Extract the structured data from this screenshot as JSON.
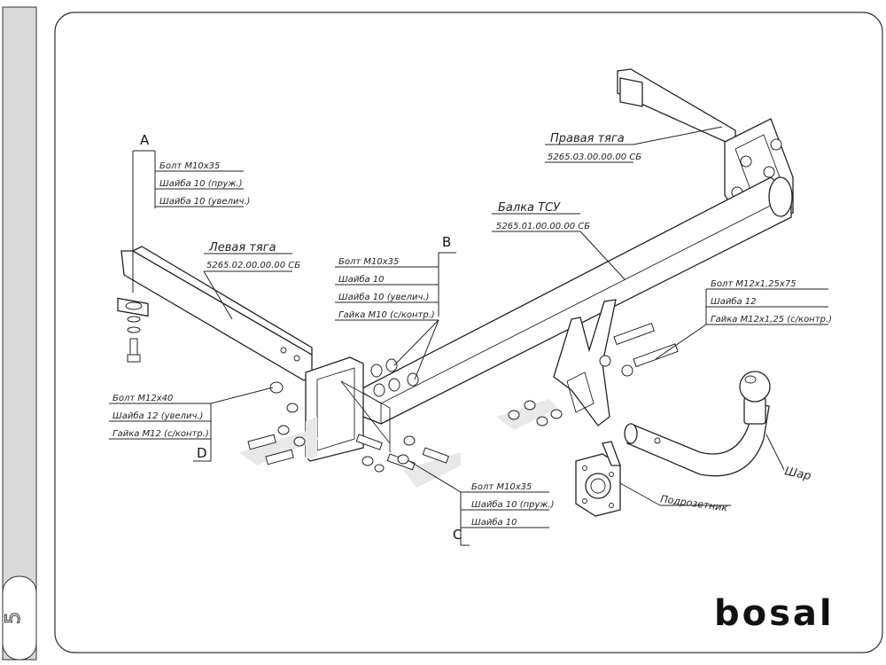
{
  "page": {
    "number": "5",
    "brand": "bosal"
  },
  "callouts": {
    "A": {
      "letter": "A",
      "items": [
        "Болт М10х35",
        "Шайба 10 (пруж.)",
        "Шайба 10 (увелич.)"
      ]
    },
    "B": {
      "letter": "B",
      "items": [
        "Болт М10х35",
        "Шайба 10",
        "Шайба 10 (увелич.)",
        "Гайка М10 (с/контр.)"
      ]
    },
    "C": {
      "letter": "C",
      "items": [
        "Болт М10х35",
        "Шайба 10 (пруж.)",
        "Шайба 10"
      ]
    },
    "D": {
      "letter": "D",
      "items": [
        "Болт М12х40",
        "Шайба 12 (увелич.)",
        "Гайка М12 (с/контр.)"
      ]
    },
    "right_fasteners": {
      "items": [
        "Болт М12х1,25х75",
        "Шайба 12",
        "Гайка М12х1,25 (с/контр.)"
      ]
    }
  },
  "parts": {
    "left_rod": {
      "name": "Левая тяга",
      "code": "5265.02.00.00.00 СБ"
    },
    "right_rod": {
      "name": "Правая тяга",
      "code": "5265.03.00.00.00 СБ"
    },
    "beam": {
      "name": "Балка ТСУ",
      "code": "5265.01.00.00.00 СБ"
    },
    "ball": {
      "name": "Шар"
    },
    "socket_plate": {
      "name": "Подрозетник"
    }
  }
}
